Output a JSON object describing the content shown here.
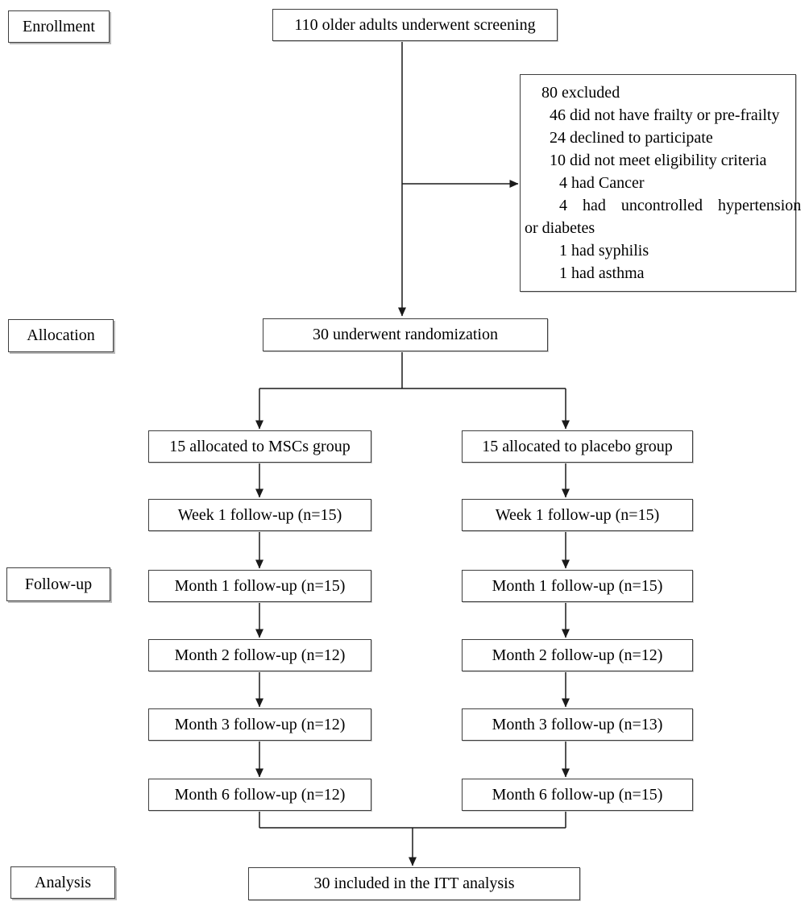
{
  "colors": {
    "background": "#ffffff",
    "text": "#000000",
    "box_border": "#3f3f3f",
    "connector": "#1a1a1a"
  },
  "stages": [
    "Enrollment",
    "Allocation",
    "Follow-up",
    "Analysis"
  ],
  "boxes": {
    "screening": "110 older adults underwent screening",
    "randomization": "30 underwent randomization",
    "itt": "30 included in the ITT analysis"
  },
  "exclusion": {
    "lines": [
      {
        "text": "80 excluded",
        "indent": 0
      },
      {
        "text": "46 did not have frailty or pre-frailty",
        "indent": 1
      },
      {
        "text": "24 declined to participate",
        "indent": 1
      },
      {
        "text": "10 did not meet eligibility criteria",
        "indent": 1
      },
      {
        "text": "4 had Cancer",
        "indent": 2
      },
      {
        "text": "4 had uncontrolled hypertension",
        "indent": 2,
        "justified": true
      },
      {
        "text": "or diabetes",
        "indent": 0,
        "wrap_continuation": true
      },
      {
        "text": "1 had syphilis",
        "indent": 2
      },
      {
        "text": "1 had asthma",
        "indent": 2
      }
    ]
  },
  "groups": {
    "msc": {
      "allocated": "15 allocated to MSCs group",
      "followups": [
        "Week 1 follow-up (n=15)",
        "Month 1 follow-up (n=15)",
        "Month 2 follow-up (n=12)",
        "Month 3 follow-up (n=12)",
        "Month 6 follow-up (n=12)"
      ]
    },
    "placebo": {
      "allocated": "15 allocated to placebo group",
      "followups": [
        "Week 1 follow-up (n=15)",
        "Month 1 follow-up (n=15)",
        "Month 2 follow-up (n=12)",
        "Month 3 follow-up (n=13)",
        "Month 6 follow-up (n=15)"
      ]
    }
  }
}
